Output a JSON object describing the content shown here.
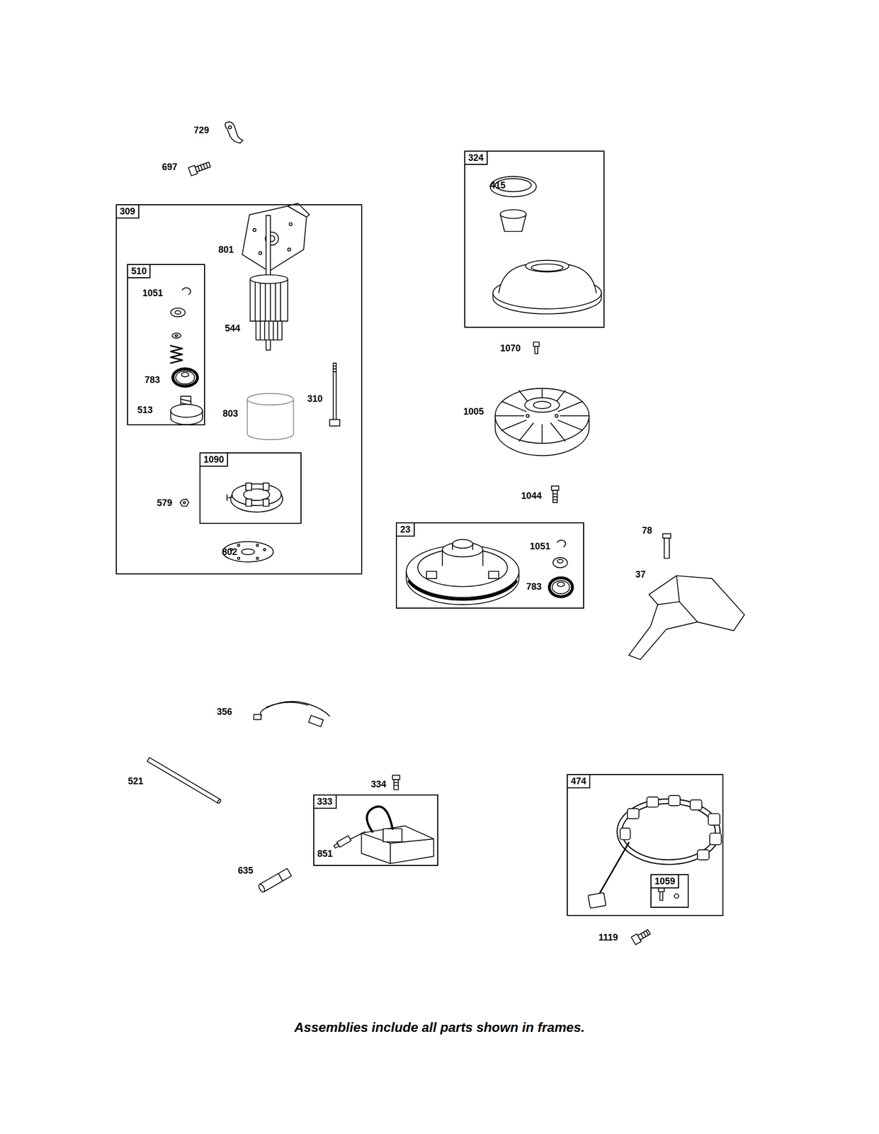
{
  "diagram": {
    "caption": "Assemblies include all parts shown in frames.",
    "nodes": [
      {
        "text": [
          "309"
        ]
      },
      {
        "text": [
          "510"
        ],
        "in": 0
      },
      {
        "text": [
          "1090"
        ],
        "in": 0
      },
      {
        "text": [
          "324"
        ]
      },
      {
        "text": [
          "23"
        ]
      },
      {
        "text": [
          "333"
        ]
      },
      {
        "text": [
          "474"
        ]
      },
      {
        "text": [
          "1059"
        ],
        "in": 6
      }
    ],
    "labels": [
      "729",
      "697",
      "801",
      "1051",
      "544",
      "783",
      "513",
      "803",
      "310",
      "579",
      "802",
      "415",
      "1070",
      "1005",
      "1044",
      "1051",
      "783",
      "78",
      "37",
      "356",
      "521",
      "334",
      "851",
      "635",
      "1119"
    ]
  }
}
